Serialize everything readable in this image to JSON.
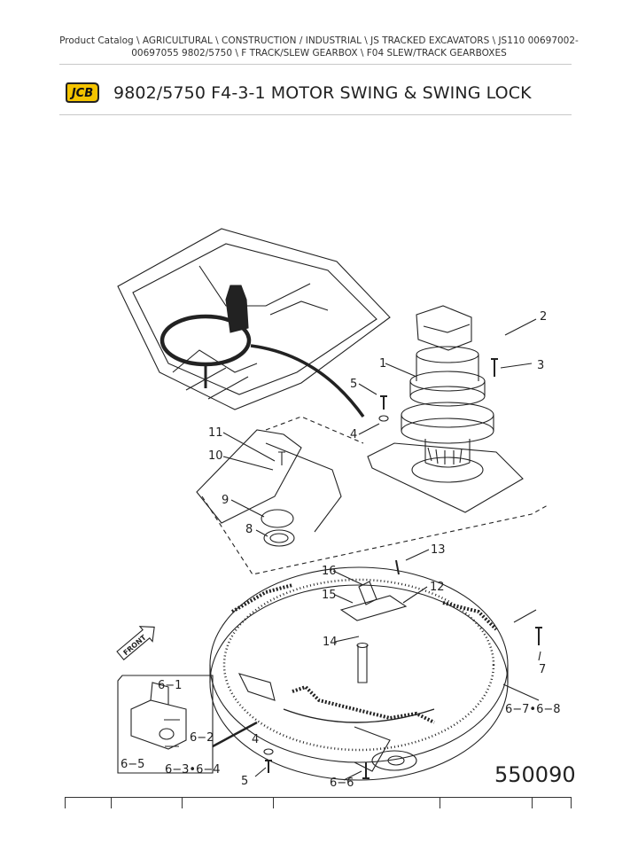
{
  "breadcrumb": {
    "line1": "Product Catalog  \\  AGRICULTURAL  \\  CONSTRUCTION / INDUSTRIAL  \\  JS TRACKED EXCAVATORS  \\  JS110 00697002-",
    "line2": "00697055 9802/5750  \\  F TRACK/SLEW GEARBOX  \\  F04 SLEW/TRACK GEARBOXES"
  },
  "logo": {
    "text": "JCB",
    "color": "#f5c400"
  },
  "title": "9802/5750 F4-3-1 MOTOR SWING & SWING LOCK",
  "diagram": {
    "figure_number": "550090",
    "front_label": "FRONT",
    "callouts": {
      "c1": "1",
      "c2": "2",
      "c3": "3",
      "c4": "4",
      "c5": "5",
      "c7": "7",
      "c8": "8",
      "c9": "9",
      "c10": "10",
      "c11": "11",
      "c12": "12",
      "c13": "13",
      "c14": "14",
      "c15": "15",
      "c16": "16",
      "c5b": "5",
      "c4b": "4",
      "c61": "6−1",
      "c62": "6−2",
      "c65": "6−5",
      "c634": "6−3•6−4",
      "c66": "6−6",
      "c678": "6−7•6−8"
    }
  }
}
